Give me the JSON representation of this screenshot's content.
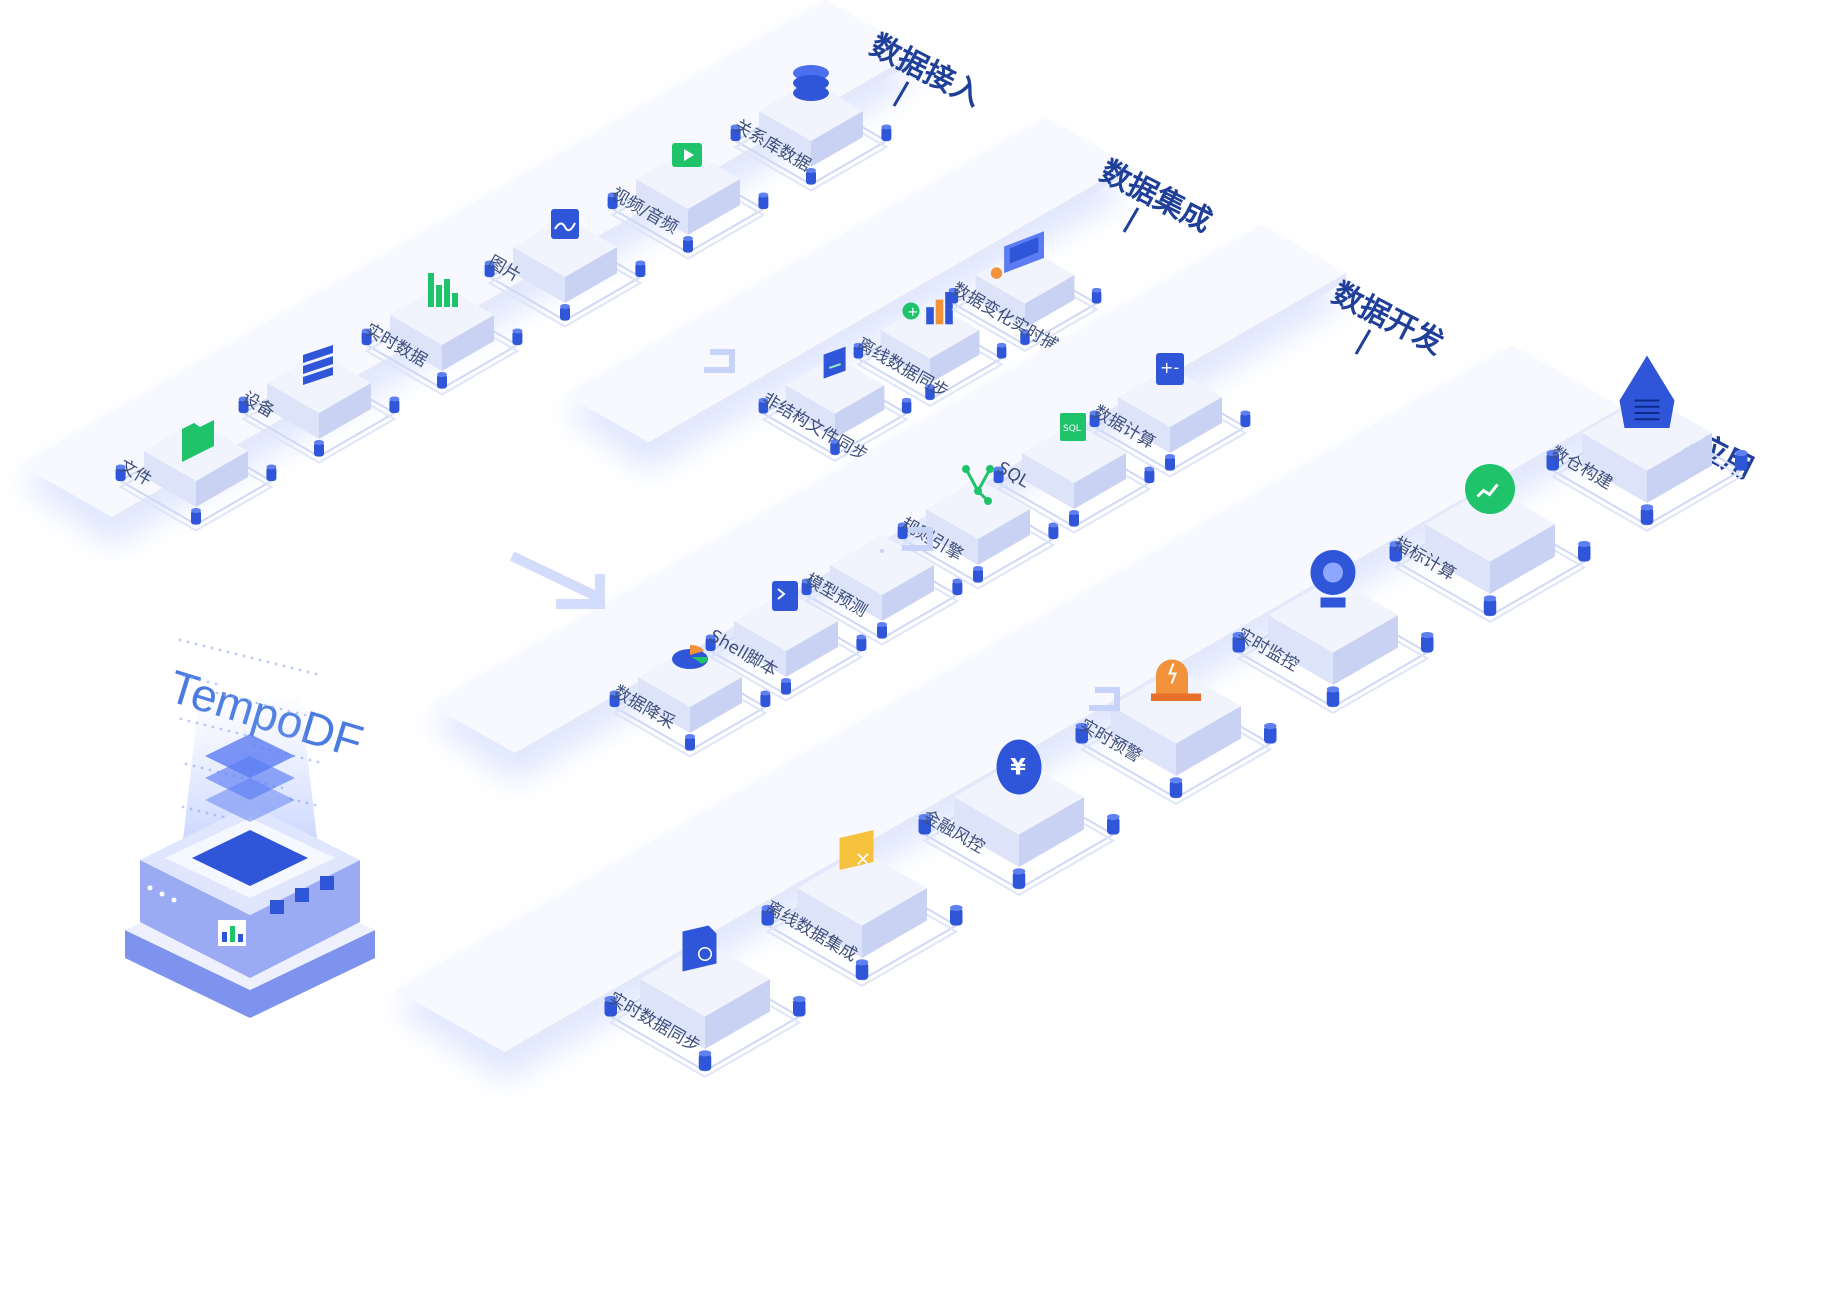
{
  "brand": {
    "name": "TempoDF"
  },
  "lanes": [
    {
      "title": "数据接入",
      "nodes": [
        {
          "label": "文件",
          "icon": "folder-icon"
        },
        {
          "label": "设备",
          "icon": "server-icon"
        },
        {
          "label": "实时数据",
          "icon": "bar-chart-icon"
        },
        {
          "label": "图片",
          "icon": "image-icon"
        },
        {
          "label": "视频/音频",
          "icon": "video-icon"
        },
        {
          "label": "关系库数据",
          "icon": "database-icon"
        }
      ]
    },
    {
      "title": "数据集成",
      "nodes": [
        {
          "label": "非结构文件同步",
          "icon": "file-sync-icon"
        },
        {
          "label": "离线数据同步",
          "icon": "offline-sync-icon"
        },
        {
          "label": "数据变化实时捕获",
          "icon": "monitor-capture-icon"
        }
      ]
    },
    {
      "title": "数据开发",
      "nodes": [
        {
          "label": "数据降采",
          "icon": "pie-chart-icon"
        },
        {
          "label": "Shell脚本",
          "icon": "terminal-icon"
        },
        {
          "label": "模型预测",
          "icon": "model-icon"
        },
        {
          "label": "规则引擎",
          "icon": "rule-engine-icon"
        },
        {
          "label": "SQL",
          "icon": "sql-icon"
        },
        {
          "label": "数据计算",
          "icon": "calculator-icon"
        }
      ]
    },
    {
      "title": "价值应用",
      "nodes": [
        {
          "label": "实时数据同步",
          "icon": "realtime-sync-icon"
        },
        {
          "label": "离线数据集成",
          "icon": "offline-integration-icon"
        },
        {
          "label": "金融风控",
          "icon": "money-bag-icon"
        },
        {
          "label": "实时预警",
          "icon": "alarm-icon"
        },
        {
          "label": "实时监控",
          "icon": "camera-icon"
        },
        {
          "label": "指标计算",
          "icon": "trend-icon"
        },
        {
          "label": "数仓构建",
          "icon": "warehouse-icon"
        }
      ]
    }
  ],
  "colors": {
    "lane_top": "#f7f9ff",
    "lane_side": "#e3e9fb",
    "base_top": "#f1f3fd",
    "base_left": "#dde3f8",
    "base_right": "#c9d2f2",
    "blue": "#2f56d8",
    "green": "#1fc36a",
    "orange": "#f2923a",
    "yellow": "#f6c23e",
    "title": "#1f3f99",
    "label": "#3f4f7a"
  }
}
